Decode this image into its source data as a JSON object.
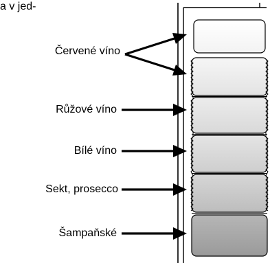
{
  "header_fragment": "a v jed-",
  "labels": {
    "red_wine": "Červené víno",
    "rose_wine": "Růžové víno",
    "white_wine": "Bílé víno",
    "sparkling": "Sekt, prosecco",
    "champagne": "Šampaňské"
  },
  "colors": {
    "outline": "#000000",
    "background": "#ffffff"
  }
}
